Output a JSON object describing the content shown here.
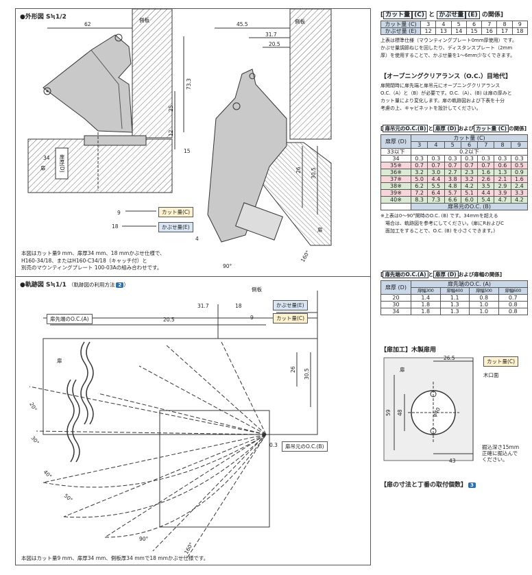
{
  "outline": {
    "title": "●外形図",
    "scale": "S≒1/2",
    "dims": {
      "d62": "62",
      "d455": "45.5",
      "d317": "31.7",
      "d205": "20.5",
      "d733": "73.3",
      "d25": "25",
      "d12": "12",
      "d15": "15",
      "d26": "26",
      "d305": "30.5",
      "d9": "9",
      "d18": "18",
      "d4": "4",
      "d34": "34",
      "d90": "90°",
      "d160": "160°"
    },
    "side_label": "側板",
    "door_label": "扉",
    "door_thick_label": "扉厚(D)",
    "cut_label": "カット量(C)",
    "cover_label": "かぶせ量(E)",
    "note": [
      "本図はカット量9 mm、扉厚34 mm、18 mmかぶせ仕様で、",
      "H160-34/18、またはH160-C34/18（キャッチ付）と",
      "別売のマウンティングプレート 100-03Aの組み合わせです。"
    ]
  },
  "trace": {
    "title": "●軌跡図",
    "scale": "S≒1/1",
    "sub": "（軌跡図の利用方法",
    "badge": "2",
    "sub_end": "）",
    "side_label": "側板",
    "door_label": "扉",
    "tip_label": "扉先端のO.C.(A)",
    "root_label": "扉吊元のO.C.(B)",
    "cover_label": "かぶせ量(E)",
    "cut_label": "カット量(C)",
    "dims": {
      "d317": "31.7",
      "d18": "18",
      "d205": "20.5",
      "d9": "9",
      "d26": "26",
      "d305": "30.5",
      "d03": "0.3"
    },
    "angles": {
      "a20": "20°",
      "a30": "30°",
      "a40": "40°",
      "a50": "50°",
      "a90": "90°",
      "a160": "160°"
    },
    "note": "本図はカット量9 mm、扉厚34 mm、側板厚34 mmで18 mmかぶせ仕様です。"
  },
  "rel": {
    "title_a": "カット量",
    "title_a_box": "(C)",
    "title_mid": "と",
    "title_b": "かぶせ量",
    "title_b_box": "(E)",
    "title_end": "の関係",
    "row1_head": "カット量 (C)",
    "row2_head": "かぶせ量 (E)",
    "cut_values": [
      "3",
      "4",
      "5",
      "6",
      "7",
      "8",
      "9"
    ],
    "cover_values": [
      "12",
      "13",
      "14",
      "15",
      "16",
      "17",
      "18"
    ],
    "note": [
      "上表は標準仕様（マウンティングプレート0mm厚使用）です。",
      "かぶせ量調節ねじを回したり、ディスタンスプレート（2mm",
      "厚）を使用することで、かぶせ量を1～6mm少なくできます。"
    ]
  },
  "oc": {
    "title": "【オープニングクリアランス（O.C.）目地代】",
    "text": [
      "扉開閉時に扉先端と扉吊元にオープニングクリアランス",
      "O.C.（A）と（B）が必要です。O.C.（A）、(B) は扉の厚みと",
      "カット量により変化します。扉の軌跡図および下表を十分",
      "考慮の上、キャビネットを設計してください。"
    ]
  },
  "ocb": {
    "title": [
      "扉吊元のO.C.(B)",
      "と",
      "扉厚 (D)",
      "および",
      "カット量 (C)",
      "の関係"
    ],
    "door_head": "扉厚 (D)",
    "cut_head": "カット量 (C)",
    "cols": [
      "3",
      "4",
      "5",
      "6",
      "7",
      "8",
      "9"
    ],
    "rows": [
      {
        "d": "33以下",
        "vals": [
          "0.2以下"
        ]
      },
      {
        "d": "34",
        "vals": [
          "0.3",
          "0.3",
          "0.3",
          "0.3",
          "0.3",
          "0.3",
          "0.3"
        ]
      },
      {
        "d": "35※",
        "vals": [
          "0.7",
          "0.7",
          "0.7",
          "0.7",
          "0.7",
          "0.6",
          "0.5"
        ]
      },
      {
        "d": "36※",
        "vals": [
          "3.2",
          "3.0",
          "2.7",
          "2.3",
          "1.6",
          "1.3",
          "0.9"
        ]
      },
      {
        "d": "37※",
        "vals": [
          "5.0",
          "4.4",
          "3.8",
          "3.2",
          "2.6",
          "2.1",
          "1.6"
        ]
      },
      {
        "d": "38※",
        "vals": [
          "6.2",
          "5.5",
          "4.8",
          "4.2",
          "3.5",
          "2.9",
          "2.4"
        ]
      },
      {
        "d": "39※",
        "vals": [
          "7.2",
          "6.4",
          "5.7",
          "5.1",
          "4.4",
          "3.9",
          "3.3"
        ]
      },
      {
        "d": "40※",
        "vals": [
          "8.3",
          "7.3",
          "6.6",
          "6.0",
          "5.4",
          "4.7",
          "4.2"
        ]
      }
    ],
    "foot": "扉吊元のO.C. (B)",
    "note": [
      "※上表は0～90°開時のO.C. (B) です。34mmを超える",
      "　場合は、軌跡図を参考にしてください。(扉にRおよびC",
      "　面加工をすることで、O.C. (B) を小さくできます。)"
    ]
  },
  "oca": {
    "title": [
      "扉先端のO.C.(A)",
      "と",
      "扉厚 (D)",
      "および扉幅の関係"
    ],
    "door_head": "扉厚 (D)",
    "group_head": "扉先端のO.C. (A)",
    "cols": [
      "扉幅300",
      "扉幅400",
      "扉幅500",
      "扉幅600"
    ],
    "rows": [
      {
        "d": "20",
        "vals": [
          "1.4",
          "1.1",
          "0.8",
          "0.7"
        ]
      },
      {
        "d": "30",
        "vals": [
          "1.8",
          "1.3",
          "1.0",
          "0.8"
        ]
      },
      {
        "d": "34",
        "vals": [
          "1.8",
          "1.3",
          "1.0",
          "0.8"
        ]
      }
    ]
  },
  "proc": {
    "title": "【扉加工】木製扉用",
    "door": "扉",
    "cut": "カット量(C)",
    "edge": "木口面",
    "d265": "26.5",
    "d59": "59",
    "d48": "48",
    "d43": "43",
    "phi": "φ40",
    "depth": [
      "掘込深さ15mm",
      "正確に掘込んで",
      "ください。"
    ]
  },
  "size": {
    "title": "【扉の寸法と丁番の取付個数】",
    "badge": "3"
  }
}
